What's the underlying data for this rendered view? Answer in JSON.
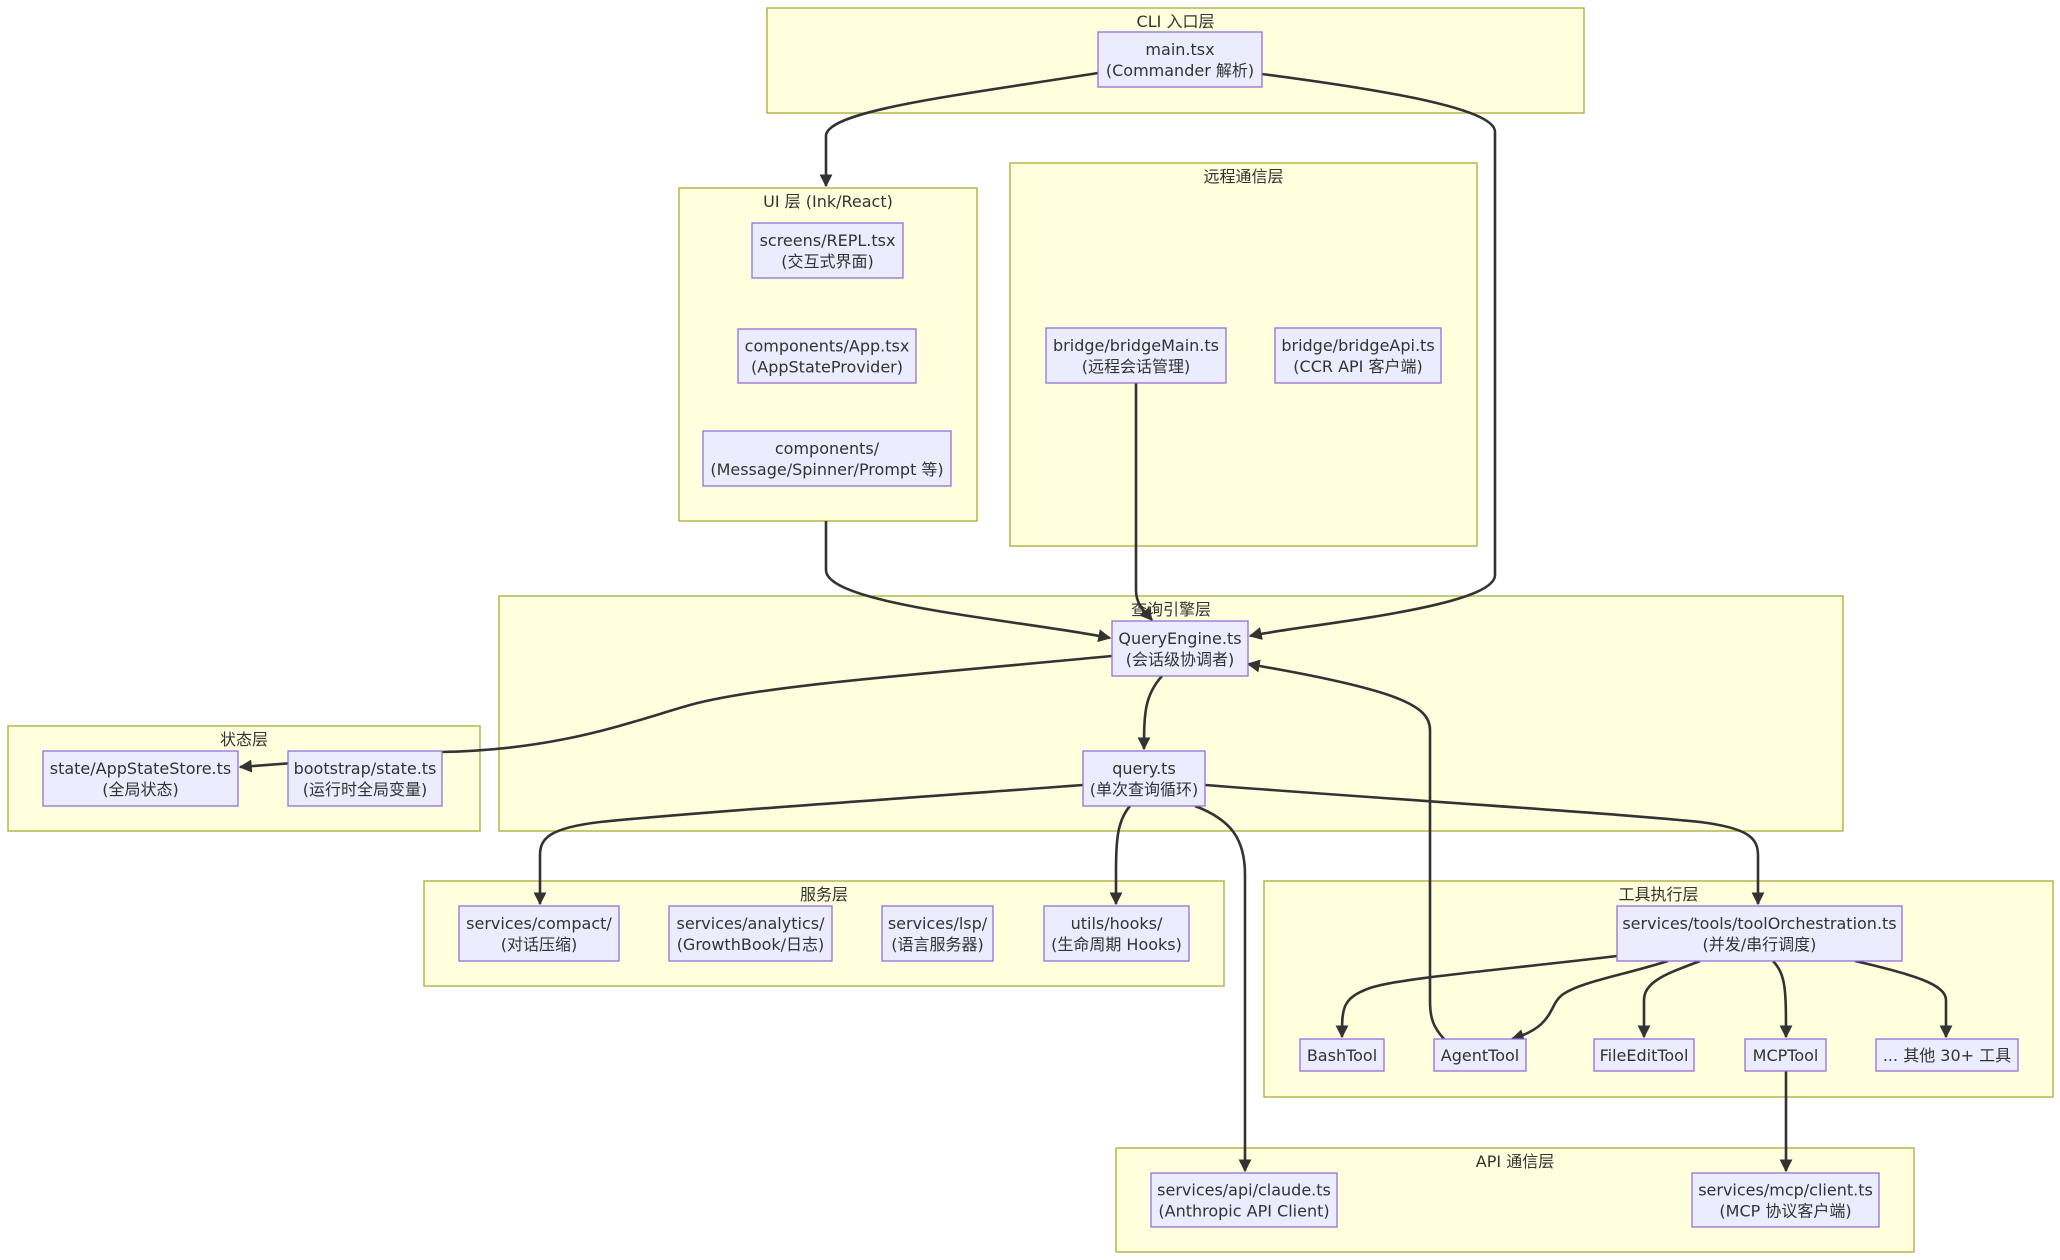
{
  "clusters": [
    {
      "id": "cli",
      "title": "CLI 入口层"
    },
    {
      "id": "ui",
      "title": "UI 层 (Ink/React)"
    },
    {
      "id": "remote",
      "title": "远程通信层"
    },
    {
      "id": "query",
      "title": "查询引擎层"
    },
    {
      "id": "state",
      "title": "状态层"
    },
    {
      "id": "services",
      "title": "服务层"
    },
    {
      "id": "tools",
      "title": "工具执行层"
    },
    {
      "id": "api",
      "title": "API 通信层"
    }
  ],
  "nodes": [
    {
      "id": "main",
      "lines": [
        "main.tsx",
        "(Commander 解析)"
      ]
    },
    {
      "id": "repl",
      "lines": [
        "screens/REPL.tsx",
        "(交互式界面)"
      ]
    },
    {
      "id": "app",
      "lines": [
        "components/App.tsx",
        "(AppStateProvider)"
      ]
    },
    {
      "id": "comps",
      "lines": [
        "components/",
        "(Message/Spinner/Prompt 等)"
      ]
    },
    {
      "id": "bridgeMain",
      "lines": [
        "bridge/bridgeMain.ts",
        "(远程会话管理)"
      ]
    },
    {
      "id": "bridgeApi",
      "lines": [
        "bridge/bridgeApi.ts",
        "(CCR API 客户端)"
      ]
    },
    {
      "id": "qe",
      "lines": [
        "QueryEngine.ts",
        "(会话级协调者)"
      ]
    },
    {
      "id": "q",
      "lines": [
        "query.ts",
        "(单次查询循环)"
      ]
    },
    {
      "id": "store",
      "lines": [
        "state/AppStateStore.ts",
        "(全局状态)"
      ]
    },
    {
      "id": "bootstrap",
      "lines": [
        "bootstrap/state.ts",
        "(运行时全局变量)"
      ]
    },
    {
      "id": "compact",
      "lines": [
        "services/compact/",
        "(对话压缩)"
      ]
    },
    {
      "id": "analytics",
      "lines": [
        "services/analytics/",
        "(GrowthBook/日志)"
      ]
    },
    {
      "id": "lsp",
      "lines": [
        "services/lsp/",
        "(语言服务器)"
      ]
    },
    {
      "id": "hooks",
      "lines": [
        "utils/hooks/",
        "(生命周期 Hooks)"
      ]
    },
    {
      "id": "orch",
      "lines": [
        "services/tools/toolOrchestration.ts",
        "(并发/串行调度)"
      ]
    },
    {
      "id": "bash",
      "lines": [
        "BashTool"
      ]
    },
    {
      "id": "agent",
      "lines": [
        "AgentTool"
      ]
    },
    {
      "id": "fileedit",
      "lines": [
        "FileEditTool"
      ]
    },
    {
      "id": "mcp",
      "lines": [
        "MCPTool"
      ]
    },
    {
      "id": "others",
      "lines": [
        "... 其他 30+ 工具"
      ]
    },
    {
      "id": "claude",
      "lines": [
        "services/api/claude.ts",
        "(Anthropic API Client)"
      ]
    },
    {
      "id": "mcpclient",
      "lines": [
        "services/mcp/client.ts",
        "(MCP 协议客户端)"
      ]
    }
  ],
  "edges": [
    {
      "from": "main",
      "to": "ui"
    },
    {
      "from": "main",
      "to": "qe"
    },
    {
      "from": "ui",
      "to": "qe"
    },
    {
      "from": "bridgeMain",
      "to": "qe"
    },
    {
      "from": "qe",
      "to": "q"
    },
    {
      "from": "qe",
      "to": "store"
    },
    {
      "from": "q",
      "to": "compact"
    },
    {
      "from": "q",
      "to": "hooks"
    },
    {
      "from": "q",
      "to": "claude"
    },
    {
      "from": "q",
      "to": "orch"
    },
    {
      "from": "orch",
      "to": "bash"
    },
    {
      "from": "orch",
      "to": "agent"
    },
    {
      "from": "orch",
      "to": "fileedit"
    },
    {
      "from": "orch",
      "to": "mcp"
    },
    {
      "from": "orch",
      "to": "others"
    },
    {
      "from": "agent",
      "to": "qe"
    },
    {
      "from": "mcp",
      "to": "mcpclient"
    }
  ]
}
